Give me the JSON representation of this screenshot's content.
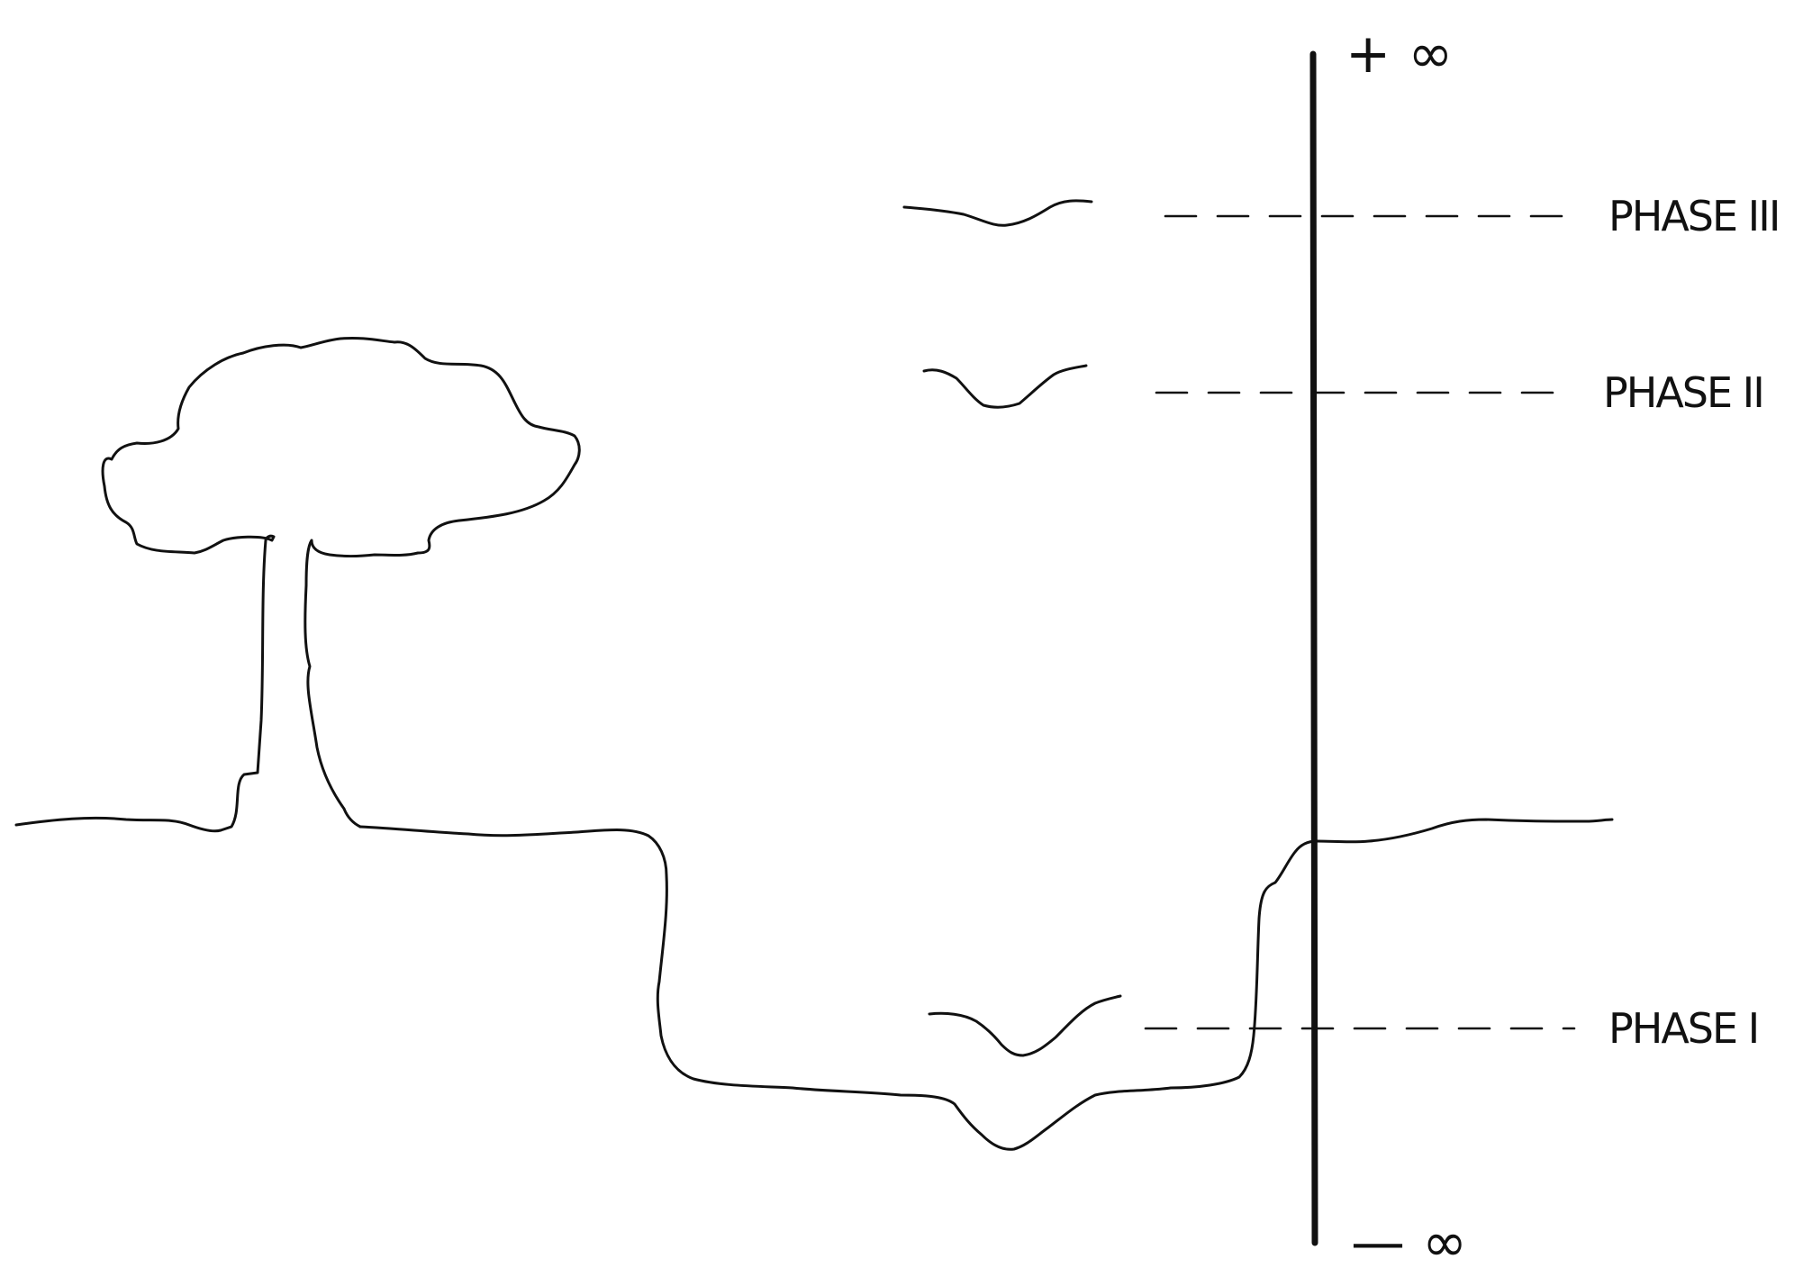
{
  "axis": {
    "top_label": "+ ∞",
    "bottom_label": "— ∞"
  },
  "phases": [
    {
      "label": "PHASE III"
    },
    {
      "label": "PHASE II"
    },
    {
      "label": "PHASE I"
    }
  ],
  "colors": {
    "ink": "#111111",
    "background": "#ffffff"
  }
}
